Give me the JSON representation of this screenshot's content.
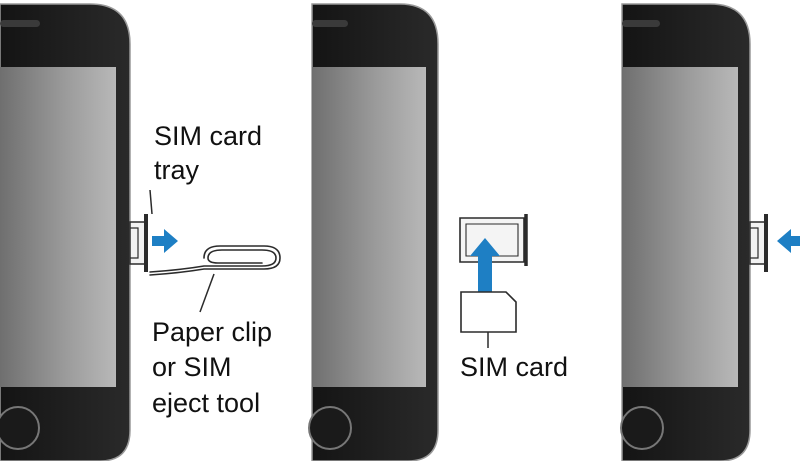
{
  "labels": {
    "sim_tray_line1": "SIM card",
    "sim_tray_line2": "tray",
    "paper_clip_line1": "Paper clip",
    "paper_clip_line2": "or SIM",
    "paper_clip_line3": "eject tool",
    "sim_card": "SIM card"
  },
  "colors": {
    "phone_body": "#1f1f1f",
    "screen": "#8a8a8a",
    "arrow": "#1e7fc4",
    "line": "#2b2b2b"
  }
}
